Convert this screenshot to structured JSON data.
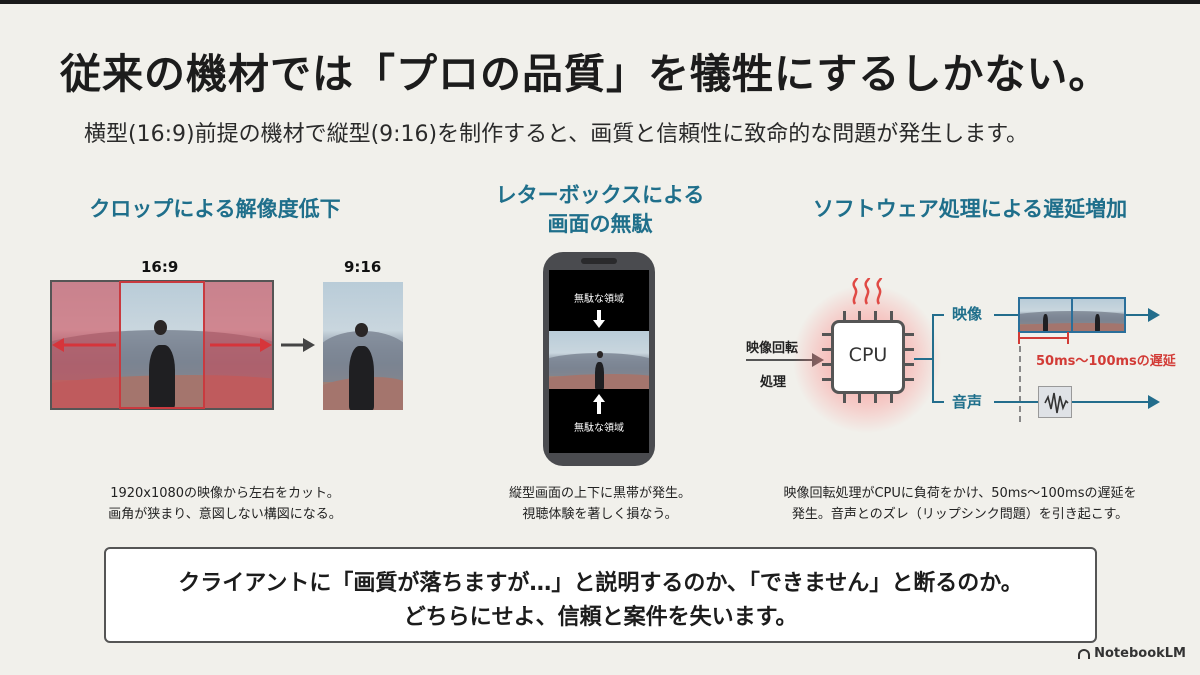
{
  "header": {
    "title": "従来の機材では「プロの品質」を犠牲にするしかない。",
    "subtitle": "横型(16:9)前提の機材で縦型(9:16)を制作すると、画質と信頼性に致命的な問題が発生します。"
  },
  "columns": {
    "crop": {
      "heading": "クロップによる解像度低下",
      "label_wide": "16:9",
      "label_tall": "9:16",
      "caption_line1": "1920x1080の映像から左右をカット。",
      "caption_line2": "画角が狭まり、意図しない構図になる。"
    },
    "letterbox": {
      "heading_line1": "レターボックスによる",
      "heading_line2": "画面の無駄",
      "band_top": "無駄な領域",
      "band_bottom": "無駄な領域",
      "caption_line1": "縦型画面の上下に黒帯が発生。",
      "caption_line2": "視聴体験を著しく損なう。"
    },
    "software": {
      "heading": "ソフトウェア処理による遅延増加",
      "input_line1": "映像回転",
      "input_line2": "処理",
      "chip": "CPU",
      "branch_video": "映像",
      "branch_audio": "音声",
      "delay": "50ms～100msの遅延",
      "caption_line1": "映像回転処理がCPUに負荷をかけ、50ms～100msの遅延を",
      "caption_line2": "発生。音声とのズレ（リップシンク問題）を引き起こす。"
    }
  },
  "callout": {
    "line1": "クライアントに「画質が落ちますが…」と説明するのか、「できません」と断るのか。",
    "line2": "どちらにせよ、信頼と案件を失います。"
  },
  "brand": "NotebookLM",
  "colors": {
    "accent_blue": "#1f6f8b",
    "delay_red": "#d23b36",
    "crop_red": "#d64650",
    "background": "#f1f0eb"
  }
}
